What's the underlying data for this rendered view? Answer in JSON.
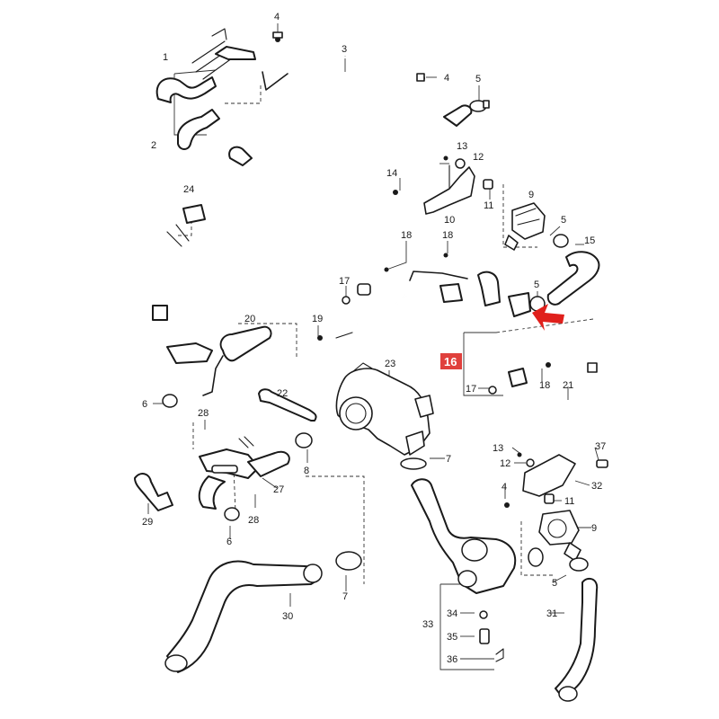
{
  "labels": {
    "l1": "1",
    "l2": "2",
    "l3": "3",
    "l4a": "4",
    "l4b": "4",
    "l4c": "4",
    "l5a": "5",
    "l5b": "5",
    "l5c": "5",
    "l5d": "5",
    "l6a": "6",
    "l6b": "6",
    "l7a": "7",
    "l7b": "7",
    "l8": "8",
    "l9a": "9",
    "l9b": "9",
    "l10": "10",
    "l11a": "11",
    "l11b": "11",
    "l12a": "12",
    "l12b": "12",
    "l13a": "13",
    "l13b": "13",
    "l14": "14",
    "l15": "15",
    "l16": "16",
    "l17a": "17",
    "l17b": "17",
    "l18a": "18",
    "l18b": "18",
    "l18c": "18",
    "l19": "19",
    "l20": "20",
    "l21": "21",
    "l22": "22",
    "l23": "23",
    "l24": "24",
    "l27": "27",
    "l28a": "28",
    "l28b": "28",
    "l29": "29",
    "l30": "30",
    "l31": "31",
    "l32": "32",
    "l33": "33",
    "l34": "34",
    "l35": "35",
    "l36": "36",
    "l37": "37"
  },
  "colors": {
    "highlight_box": "#e0403c",
    "arrow": "#e0201c",
    "line": "#1a1a1a"
  }
}
